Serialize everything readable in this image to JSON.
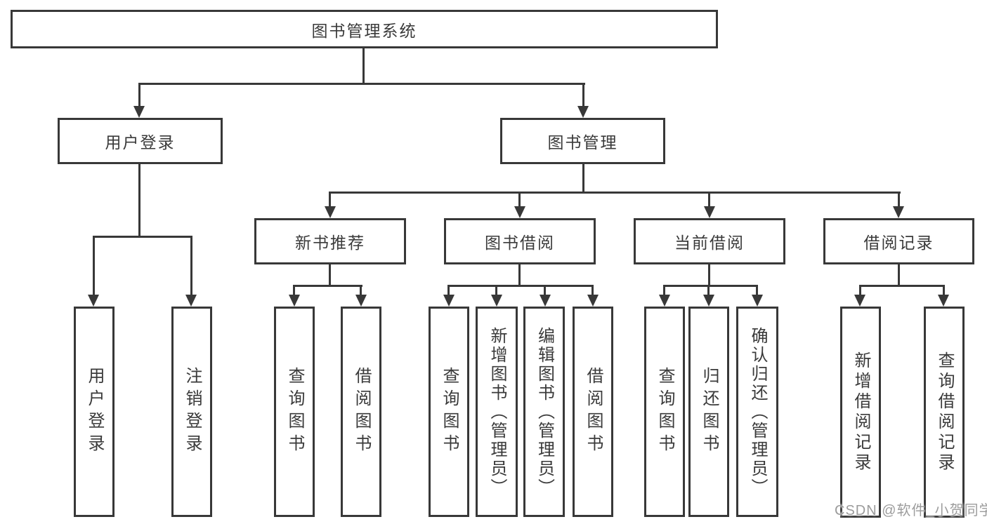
{
  "diagram": {
    "title": "图书管理系统",
    "level2": {
      "user_login": "用户登录",
      "book_mgmt": "图书管理"
    },
    "level3": {
      "new_book": "新书推荐",
      "book_borrow": "图书借阅",
      "current_borrow": "当前借阅",
      "borrow_record": "借阅记录"
    },
    "leaves": {
      "user_login_leaf": "用户登录",
      "logout": "注销登录",
      "nb_query": "查询图书",
      "nb_borrow": "借阅图书",
      "bb_query": "查询图书",
      "bb_add": "新增图书（管理员）",
      "bb_edit": "编辑图书（管理员）",
      "bb_borrow": "借阅图书",
      "cb_query": "查询图书",
      "cb_return": "归还图书",
      "cb_confirm": "确认归还（管理员）",
      "br_add": "新增借阅记录",
      "br_query": "查询借阅记录"
    }
  },
  "watermark": "CSDN @软件_小贺同学",
  "colors": {
    "line": "#383838",
    "text": "#3a3a3a",
    "watermark": "#9c9c9c",
    "background": "#ffffff"
  }
}
